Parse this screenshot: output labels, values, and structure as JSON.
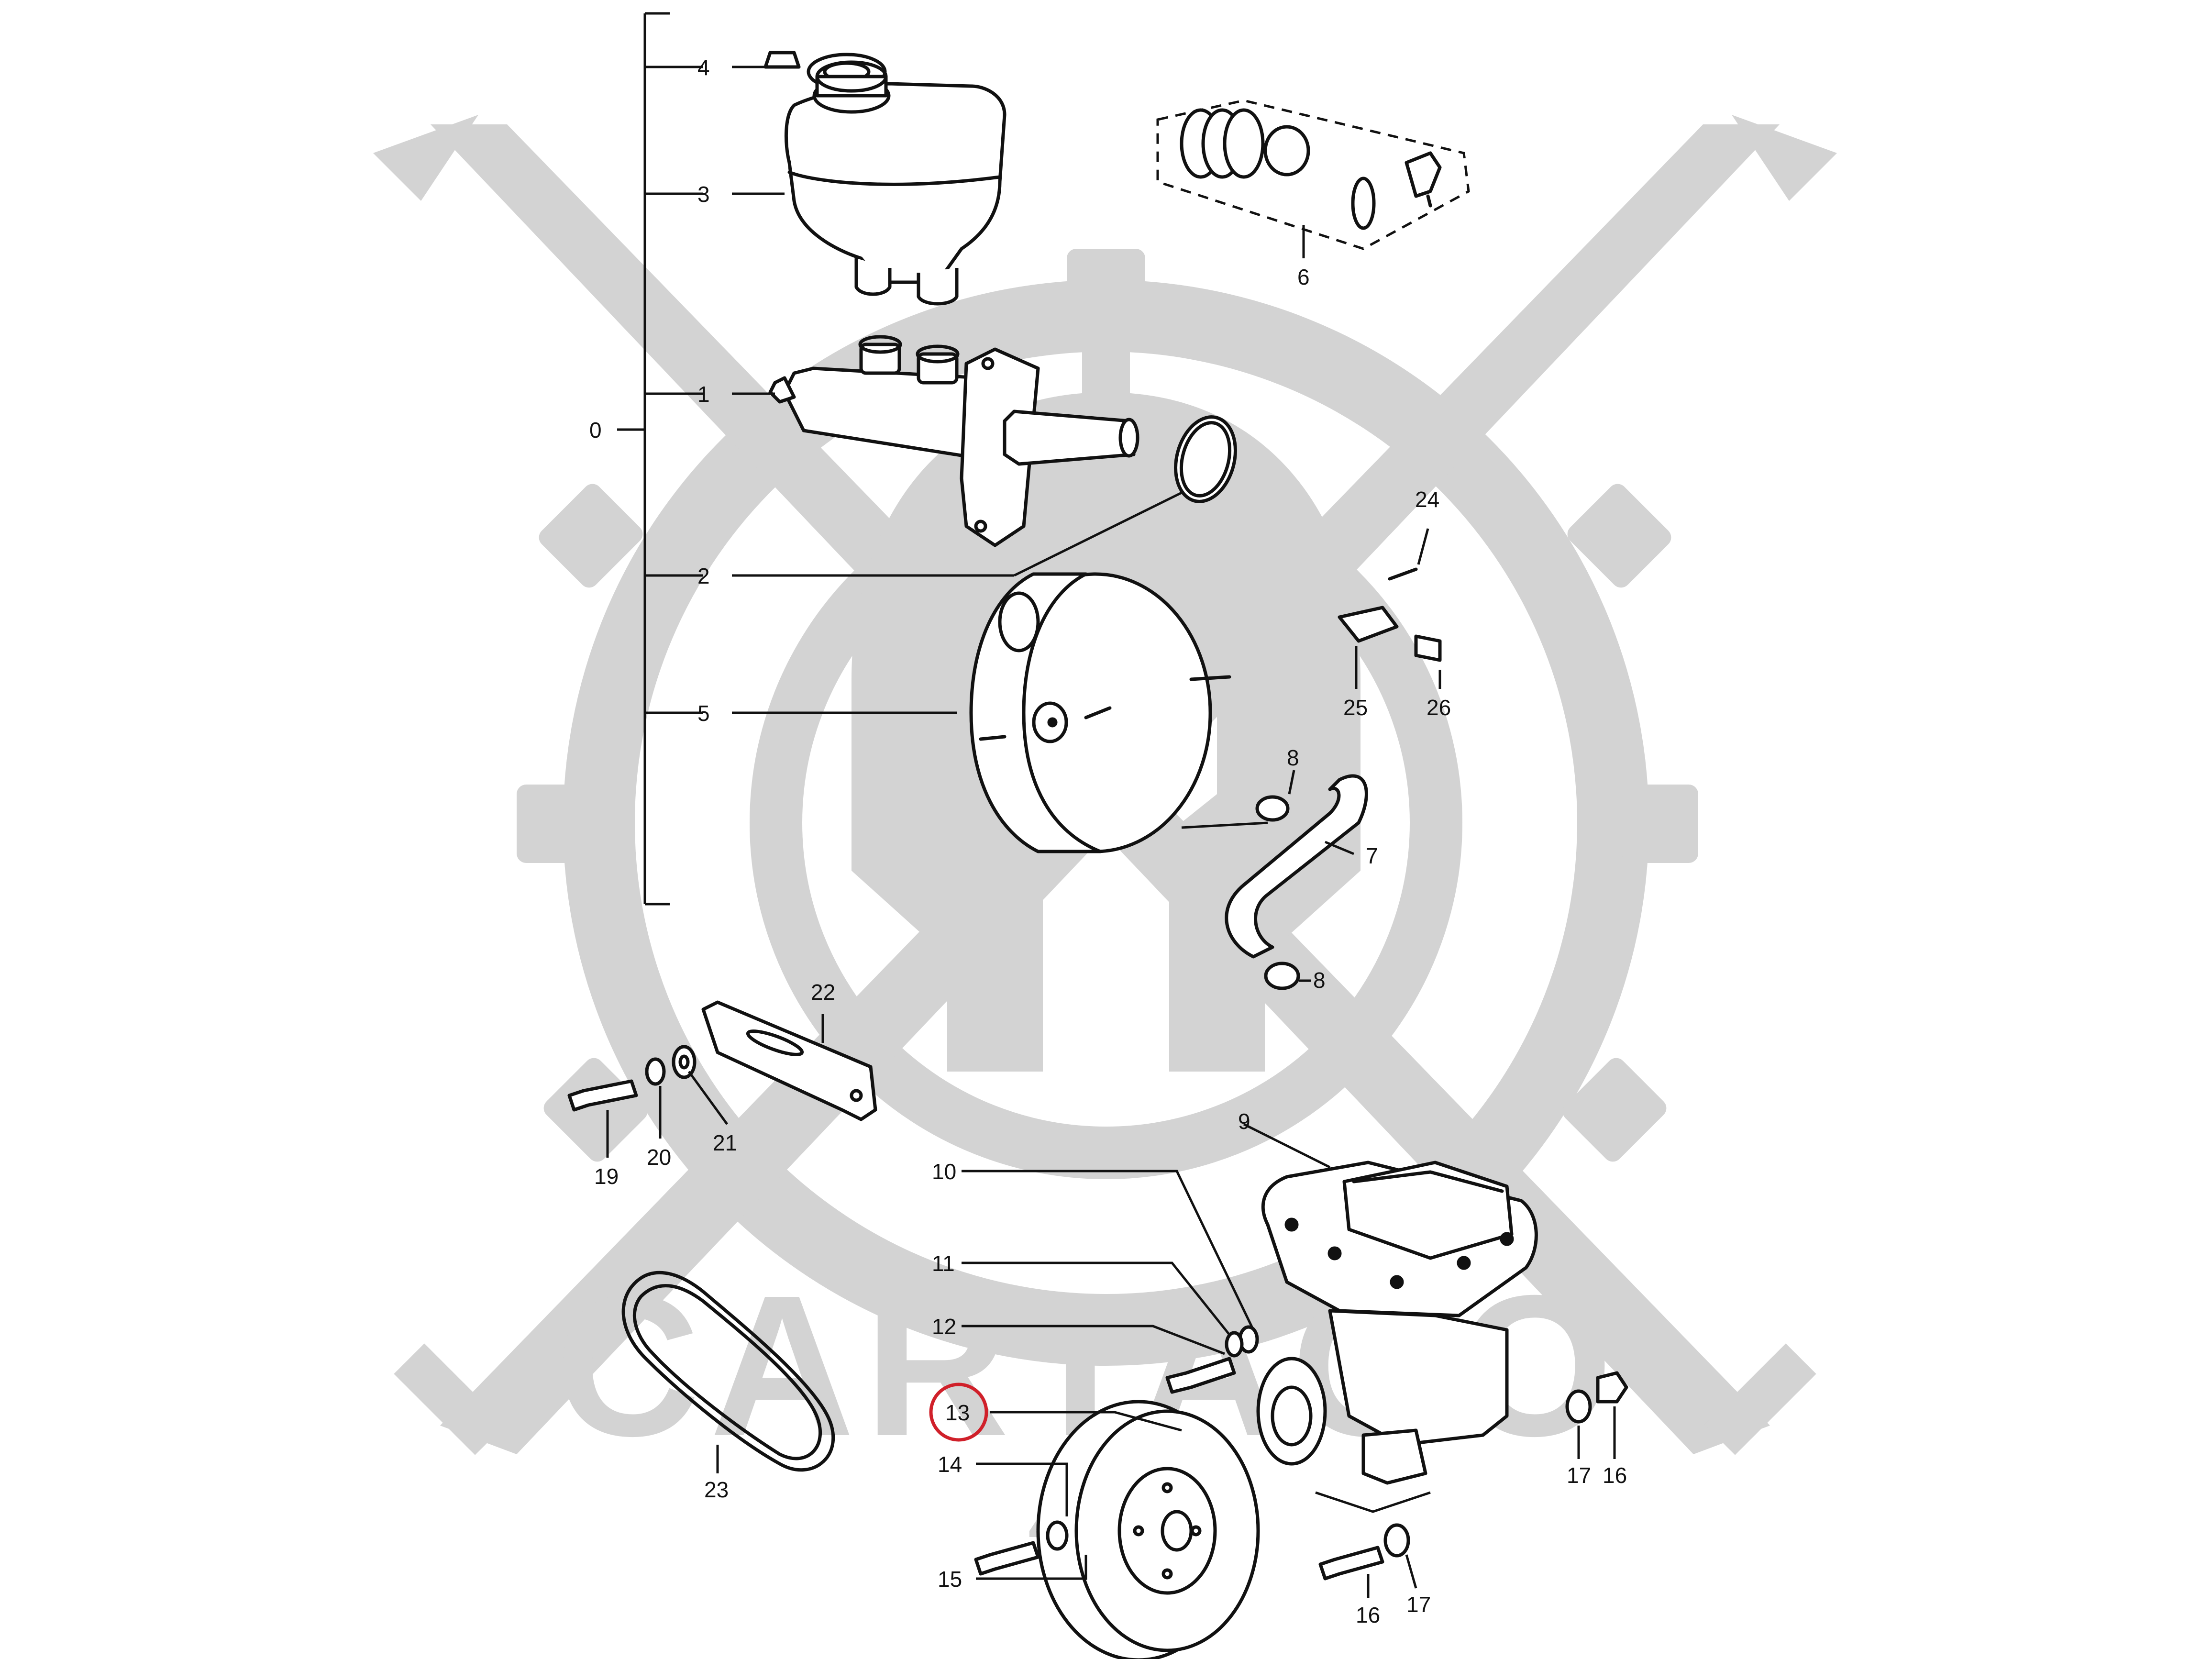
{
  "watermark": {
    "brand_text": "CARTAGO",
    "sub_text": "4x4",
    "color": "#d3d3d3"
  },
  "highlight": {
    "label": "13",
    "color": "#d0202a"
  },
  "callouts": [
    {
      "id": "0",
      "text": "0"
    },
    {
      "id": "1",
      "text": "1"
    },
    {
      "id": "2",
      "text": "2"
    },
    {
      "id": "3",
      "text": "3"
    },
    {
      "id": "4",
      "text": "4"
    },
    {
      "id": "5",
      "text": "5"
    },
    {
      "id": "6",
      "text": "6"
    },
    {
      "id": "7",
      "text": "7"
    },
    {
      "id": "8a",
      "text": "8"
    },
    {
      "id": "8b",
      "text": "8"
    },
    {
      "id": "9",
      "text": "9"
    },
    {
      "id": "10",
      "text": "10"
    },
    {
      "id": "11",
      "text": "11"
    },
    {
      "id": "12",
      "text": "12"
    },
    {
      "id": "13",
      "text": "13"
    },
    {
      "id": "14",
      "text": "14"
    },
    {
      "id": "15",
      "text": "15"
    },
    {
      "id": "16a",
      "text": "16"
    },
    {
      "id": "16b",
      "text": "16"
    },
    {
      "id": "17a",
      "text": "17"
    },
    {
      "id": "17b",
      "text": "17"
    },
    {
      "id": "19",
      "text": "19"
    },
    {
      "id": "20",
      "text": "20"
    },
    {
      "id": "21",
      "text": "21"
    },
    {
      "id": "22",
      "text": "22"
    },
    {
      "id": "23",
      "text": "23"
    },
    {
      "id": "24",
      "text": "24"
    },
    {
      "id": "25",
      "text": "25"
    },
    {
      "id": "26",
      "text": "26"
    }
  ]
}
